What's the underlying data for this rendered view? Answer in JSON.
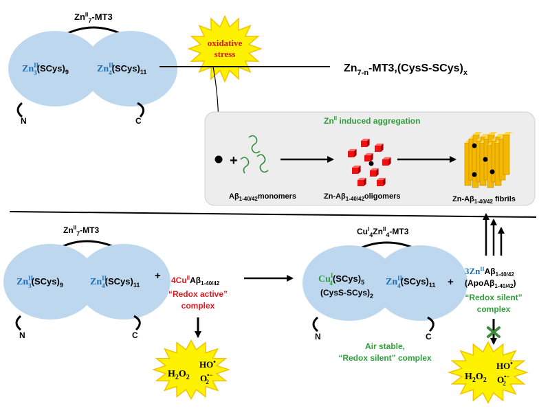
{
  "colors": {
    "lobe": "#bdd7ee",
    "blue_text": "#1f6fb7",
    "green_text": "#2f9e3a",
    "red_text": "#e0191c",
    "star_fill": "#fff200",
    "star_stroke": "#f2c200",
    "panel_bg": "#ededed",
    "oligomer": "#ee1111",
    "fibril": "#f5b800"
  },
  "top": {
    "protein_label": "Zn",
    "protein_label_sup": "II",
    "protein_label_sub": "7",
    "protein_label_tail": "-MT3",
    "left_lobe": {
      "metal": "Zn",
      "metal_sup": "II",
      "metal_sub": "3",
      "ligand": "(SCys)",
      "ligand_sub": "9"
    },
    "right_lobe": {
      "metal": "Zn",
      "metal_sup": "II",
      "metal_sub": "4",
      "ligand": "(SCys)",
      "ligand_sub": "11"
    },
    "n_term": "N",
    "c_term": "C",
    "stress_line1": "oxidative",
    "stress_line2": "stress",
    "product": "Zn",
    "product_sub": "7-n",
    "product_tail": "-MT3,(CysS-SCys)",
    "product_tail_sub": "x"
  },
  "panel": {
    "title": "Zn",
    "title_sup": "II",
    "title_tail": " induced aggregation",
    "plus": "+",
    "monomers_a": "Aβ",
    "monomers_sub": "1-40/42",
    "monomers_tail": "monomers",
    "oligomers_a": "Zn-Aβ",
    "oligomers_sub": "1-40/42",
    "oligomers_tail": "oligomers",
    "fibrils_a": "Zn-Aβ",
    "fibrils_sub": "1-40/42",
    "fibrils_tail": " fibrils"
  },
  "bottom_left": {
    "protein_label": "Zn",
    "protein_label_sup": "II",
    "protein_label_sub": "7",
    "protein_label_tail": "-MT3",
    "left_lobe": {
      "metal": "Zn",
      "metal_sup": "II",
      "metal_sub": "3",
      "ligand": "(SCys)",
      "ligand_sub": "9"
    },
    "right_lobe": {
      "metal": "Zn",
      "metal_sup": "II",
      "metal_sub": "4",
      "ligand": "(SCys)",
      "ligand_sub": "11"
    },
    "n_term": "N",
    "c_term": "C",
    "plus": "+",
    "reagent_a": "4Cu",
    "reagent_sup": "II",
    "reagent_b": "Aβ",
    "reagent_sub": "1-40/42",
    "reagent_desc1": "“Redox active”",
    "reagent_desc2": "complex",
    "ros_h2o2": "H",
    "ros_h2o2_sub1": "2",
    "ros_h2o2_mid": "O",
    "ros_h2o2_sub2": "2",
    "ros_ho": "HO",
    "ros_o2": "O",
    "ros_o2_sub": "2",
    "ros_o2_sup": "•−",
    "ros_ho_sup": "•"
  },
  "bottom_right": {
    "protein_label_a": "Cu",
    "protein_label_sup1": "I",
    "protein_label_sub1": "4",
    "protein_label_b": "Zn",
    "protein_label_sup2": "II",
    "protein_label_sub2": "4",
    "protein_label_tail": "-MT3",
    "left_lobe": {
      "metal": "Cu",
      "metal_sup": "I",
      "metal_sub": "4",
      "ligand": "(SCys)",
      "ligand_sub": "5",
      "line2": "(CysS-SCys)",
      "line2_sub": "2"
    },
    "right_lobe": {
      "metal": "Zn",
      "metal_sup": "II",
      "metal_sub": "4",
      "ligand": "(SCys)",
      "ligand_sub": "11"
    },
    "n_term": "N",
    "c_term": "C",
    "stability_line1": "Air stable,",
    "stability_line2": "“Redox silent” complex",
    "plus": "+",
    "reagent_a": "3Zn",
    "reagent_sup": "II",
    "reagent_b": "Aβ",
    "reagent_sub": "1-40/42",
    "reagent_line2": "(ApoAβ",
    "reagent_line2_sub": "1-40/42",
    "reagent_line2_tail": ")",
    "reagent_desc1": "“Redox silent”",
    "reagent_desc2": "complex",
    "ros_h2o2": "H",
    "ros_h2o2_sub1": "2",
    "ros_h2o2_mid": "O",
    "ros_h2o2_sub2": "2",
    "ros_ho": "HO",
    "ros_ho_sup": "•",
    "ros_o2": "O",
    "ros_o2_sub": "2",
    "ros_o2_sup": "•−"
  }
}
